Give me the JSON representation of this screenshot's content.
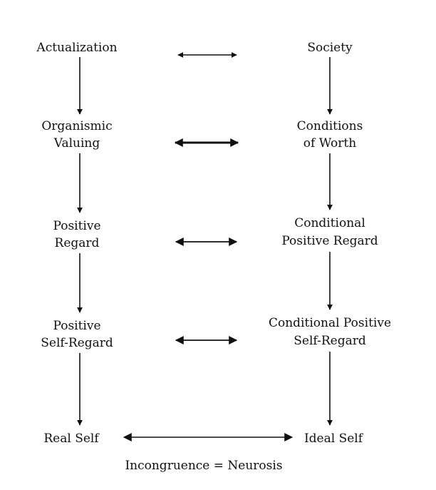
{
  "diagram": {
    "left_column": {
      "actualization": "Actualization",
      "organismic_line1": "Organismic",
      "organismic_line2": "Valuing",
      "positive_regard_line1": "Positive",
      "positive_regard_line2": "Regard",
      "positive_self_regard_line1": "Positive",
      "positive_self_regard_line2": "Self-Regard",
      "real_self": "Real Self"
    },
    "right_column": {
      "society": "Society",
      "conditions_line1": "Conditions",
      "conditions_line2": "of Worth",
      "conditional_regard_line1": "Conditional",
      "conditional_regard_line2": "Positive Regard",
      "conditional_self_regard_line1": "Conditional Positive",
      "conditional_self_regard_line2": "Self-Regard",
      "ideal_self": "Ideal Self"
    },
    "footer": "Incongruence = Neurosis",
    "colors": {
      "ink": "#111111",
      "background": "#ffffff"
    }
  }
}
